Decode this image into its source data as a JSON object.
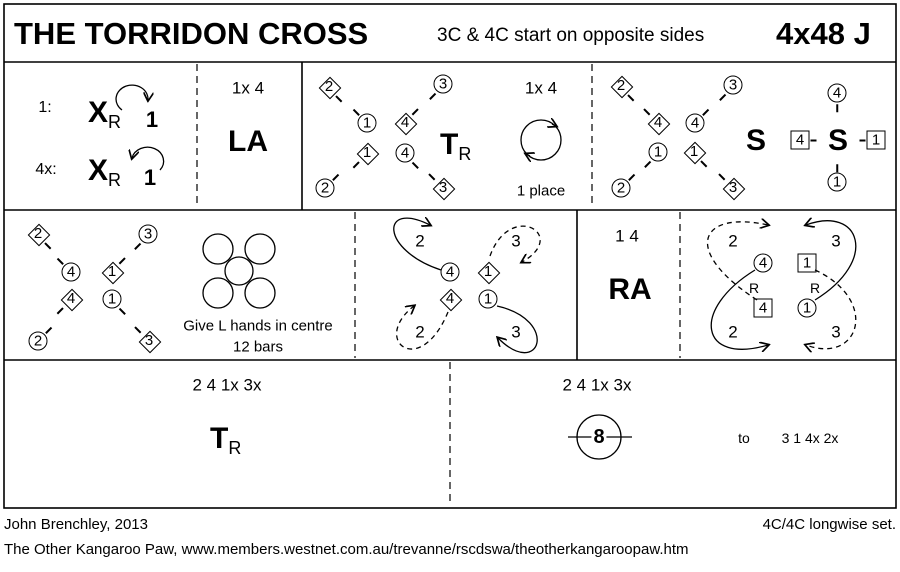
{
  "header": {
    "title": "THE TORRIDON CROSS",
    "subtitle": "3C & 4C start on opposite sides",
    "format": "4x48 J"
  },
  "dancers": {
    "1": "1",
    "2": "2",
    "3": "3",
    "4": "4"
  },
  "row1": {
    "p1": {
      "line1_label": "1:",
      "line2_label": "4x:",
      "figure": "X",
      "sub": "R",
      "dancer": "1"
    },
    "p2": {
      "who": "1x 4",
      "figure": "LA"
    },
    "p3": {
      "figure": "T",
      "sub": "R",
      "who": "1x 4",
      "caption": "1 place"
    },
    "p4": {
      "figure": "S",
      "figure2": "S"
    }
  },
  "row2": {
    "p1": {
      "caption1": "Give L hands in centre",
      "caption2": "12 bars"
    },
    "p2": {
      "n2": "2",
      "n3": "3"
    },
    "p3": {
      "who": "1 4",
      "figure": "RA"
    },
    "p4": {
      "hand": "R"
    }
  },
  "row3": {
    "p1": {
      "who": "2 4 1x 3x",
      "figure": "T",
      "sub": "R"
    },
    "p2": {
      "who": "2 4 1x 3x",
      "bars": "8",
      "to_label": "to",
      "to_value": "3 1 4x 2x"
    }
  },
  "footer": {
    "author": "John Brenchley, 2013",
    "set": "4C/4C longwise set.",
    "source": "The Other Kangaroo Paw, www.members.westnet.com.au/trevanne/rscdswa/theotherkangaroopaw.htm"
  }
}
